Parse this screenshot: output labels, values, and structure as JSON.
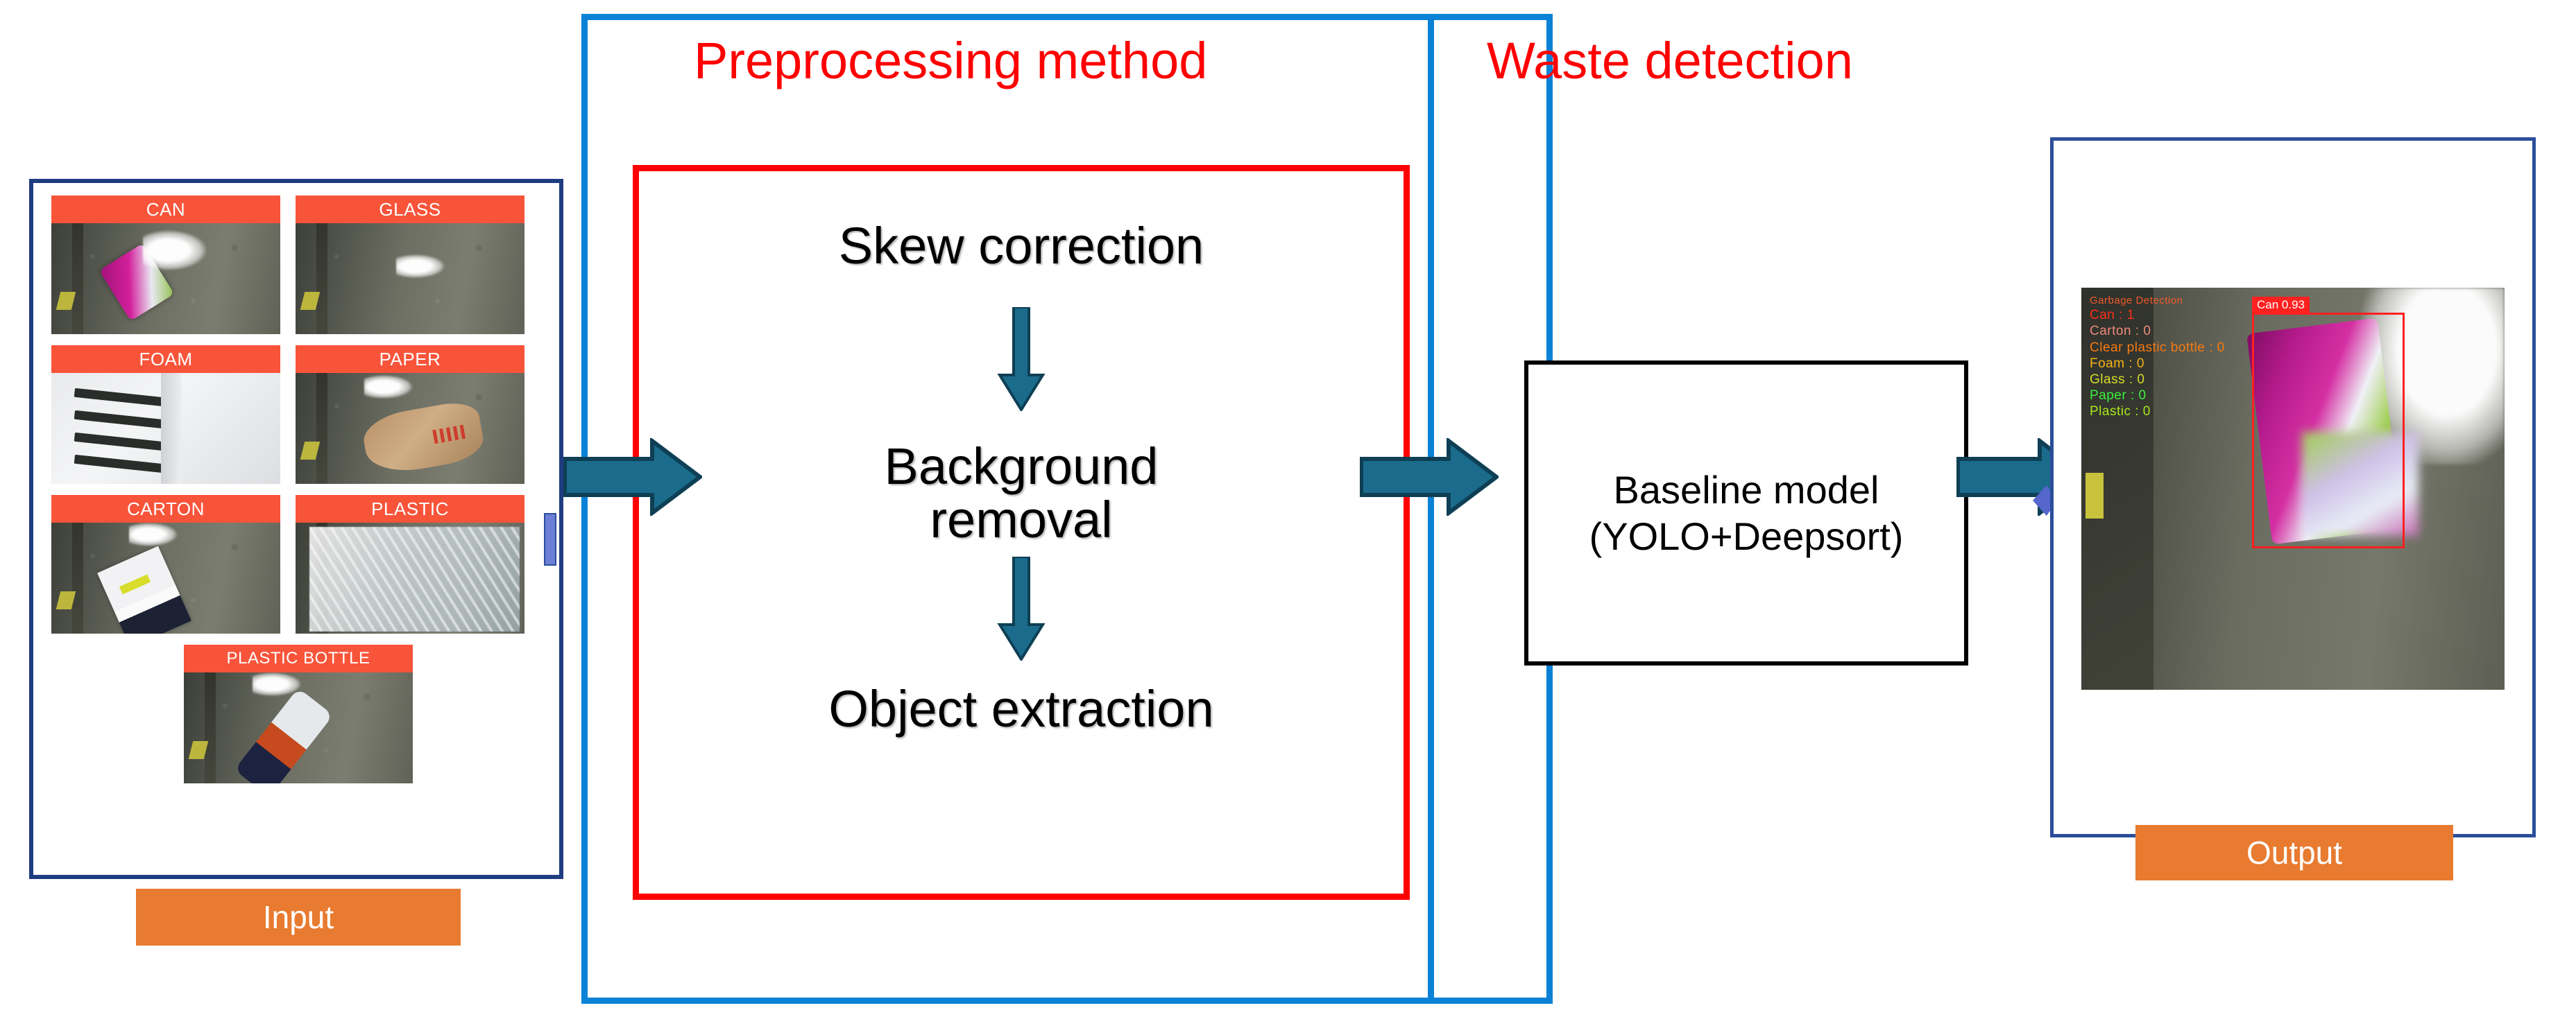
{
  "input": {
    "tag_label": "Input",
    "thumbnails": [
      {
        "label": "CAN"
      },
      {
        "label": "GLASS"
      },
      {
        "label": "FOAM"
      },
      {
        "label": "PAPER"
      },
      {
        "label": "CARTON"
      },
      {
        "label": "PLASTIC"
      },
      {
        "label": "PLASTIC BOTTLE"
      }
    ]
  },
  "pipeline": {
    "preprocessing_title": "Preprocessing method",
    "detection_title": "Waste detection",
    "steps": [
      {
        "label": "Skew correction"
      },
      {
        "label": "Background\nremoval"
      },
      {
        "label": "Object extraction"
      }
    ],
    "step1": "Skew correction",
    "step2_line1": "Background",
    "step2_line2": "removal",
    "step3": "Object extraction",
    "model_line1": "Baseline model",
    "model_line2": "(YOLO+Deepsort)"
  },
  "output": {
    "tag_label": "Output",
    "detection_overlay": {
      "heading": "Garbage Detection",
      "counts": [
        {
          "label": "Can : 1",
          "color": "#FF2E18"
        },
        {
          "label": "Carton : 0",
          "color": "#F08A7A"
        },
        {
          "label": "Clear plastic bottle : 0",
          "color": "#F87A10"
        },
        {
          "label": "Foam : 0",
          "color": "#F5B410"
        },
        {
          "label": "Glass : 0",
          "color": "#D7DC28"
        },
        {
          "label": "Paper : 0",
          "color": "#3CF03C"
        },
        {
          "label": "Plastic : 0",
          "color": "#A8E81C"
        }
      ],
      "bbox_label": "Can 0.93",
      "bbox_class": "Can",
      "bbox_confidence": "0.93"
    }
  },
  "colors": {
    "frame_blue": "#0B82D6",
    "panel_navy": "#1F3C80",
    "accent_red": "#FF0000",
    "tag_orange": "#E87B30",
    "thumb_label_red": "#F8543A",
    "arrow_teal": "#1B6C8C"
  }
}
